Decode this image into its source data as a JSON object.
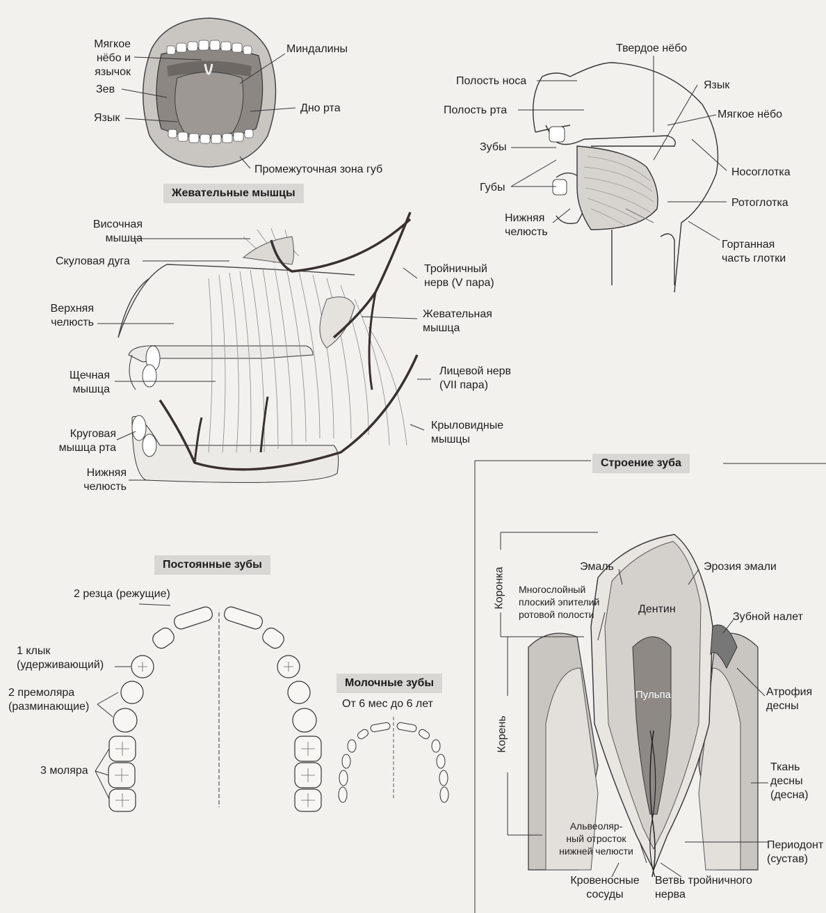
{
  "mouth": {
    "soft_palate": "Мягкое\nнёбо и\nязычок",
    "tonsils": "Миндалины",
    "fauces": "Зев",
    "floor": "Дно рта",
    "tongue": "Язык",
    "lip_zone": "Промежуточная зона губ"
  },
  "muscles": {
    "title": "Жевательные мышцы",
    "temporal": "Височная\nмышца",
    "zygomatic": "Скуловая дуга",
    "trigeminal": "Тройничный\nнерв (V пара)",
    "upper_jaw": "Верхняя\nчелюсть",
    "masseter": "Жевательная\nмышца",
    "buccal": "Щечная\nмышца",
    "facial_nerve": "Лицевой нерв\n(VII пара)",
    "orbicularis": "Круговая\nмышца рта",
    "pterygoid": "Крыловидные\nмышцы",
    "lower_jaw": "Нижняя\nчелюсть"
  },
  "section": {
    "hard_palate": "Твердое нёбо",
    "nasal": "Полость носа",
    "tongue": "Язык",
    "oral": "Полость рта",
    "soft_palate": "Мягкое нёбо",
    "teeth": "Зубы",
    "nasopharynx": "Носоглотка",
    "lips": "Губы",
    "lower_jaw": "Нижняя\nчелюсть",
    "oropharynx": "Ротоглотка",
    "laryngopharynx": "Гортанная\nчасть глотки"
  },
  "permanent": {
    "title": "Постоянные зубы",
    "incisors": "2 резца (режущие)",
    "canine": "1 клык\n(удерживающий)",
    "premolars": "2 премоляра\n(разминающие)",
    "molars": "3 моляра"
  },
  "milk": {
    "title": "Молочные зубы",
    "age": "От 6 мес до 6 лет"
  },
  "tooth": {
    "title": "Строение зуба",
    "crown": "Коронка",
    "root": "Корень",
    "enamel": "Эмаль",
    "erosion": "Эрозия эмали",
    "epithelium": "Многослойный\nплоский эпителий\nротовой полости",
    "dentin": "Дентин",
    "plaque": "Зубной налет",
    "pulp": "Пульпа",
    "atrophy": "Атрофия\nдесны",
    "gum": "Ткань\nдесны\n(десна)",
    "alveolar": "Альвеоляр-\nный отросток\nнижней челюсти",
    "periodont": "Периодонт\n(сустав)",
    "vessels": "Кровеносные\nсосуды",
    "nerve_branch": "Ветвь тройничного\nнерва"
  }
}
